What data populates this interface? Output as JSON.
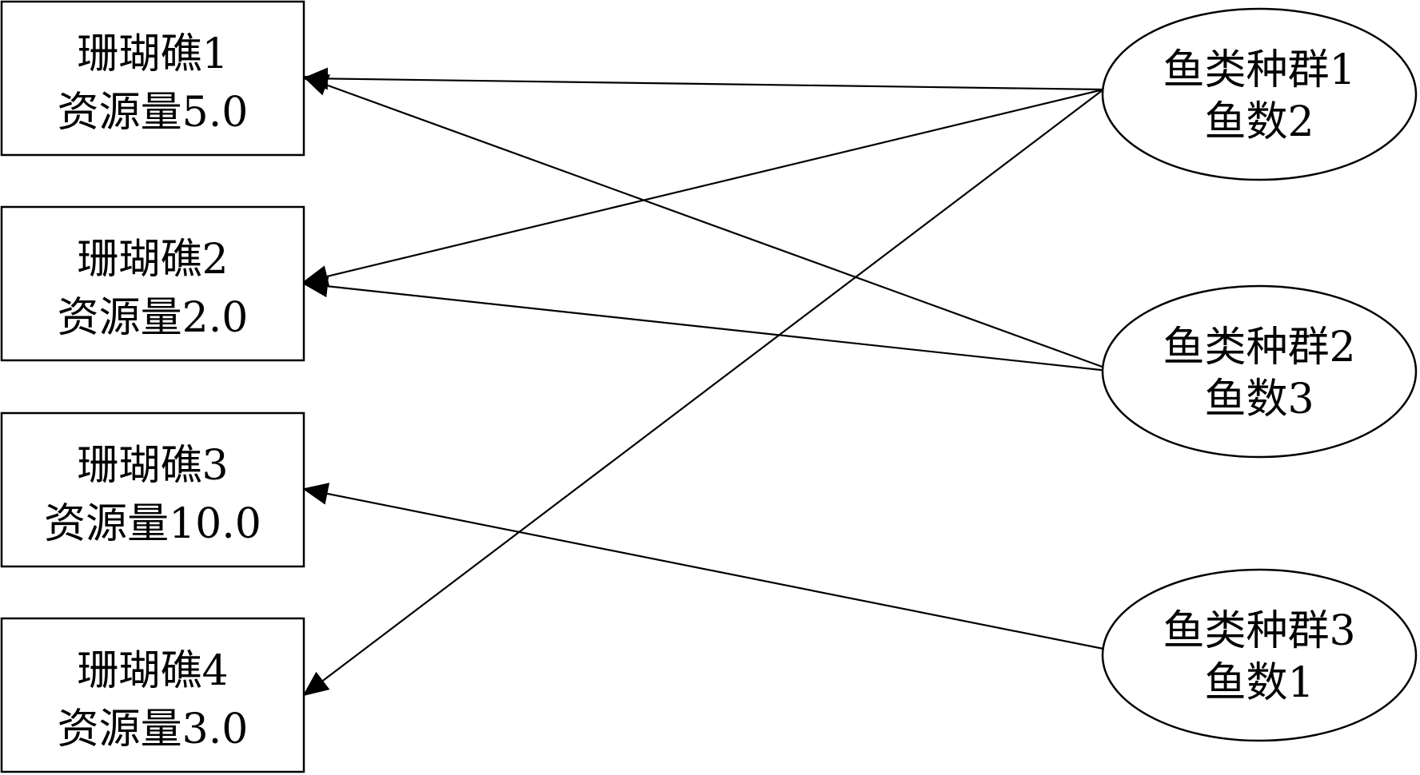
{
  "reefs": [
    {
      "line1": "珊瑚礁1",
      "line2": "资源量5.0"
    },
    {
      "line1": "珊瑚礁2",
      "line2": "资源量2.0"
    },
    {
      "line1": "珊瑚礁3",
      "line2": "资源量10.0"
    },
    {
      "line1": "珊瑚礁4",
      "line2": "资源量3.0"
    }
  ],
  "fish": [
    {
      "line1": "鱼类种群1",
      "line2": "鱼数2"
    },
    {
      "line1": "鱼类种群2",
      "line2": "鱼数3"
    },
    {
      "line1": "鱼类种群3",
      "line2": "鱼数1"
    }
  ],
  "links": [
    {
      "from": 0,
      "to": 0
    },
    {
      "from": 0,
      "to": 1
    },
    {
      "from": 0,
      "to": 3
    },
    {
      "from": 1,
      "to": 0
    },
    {
      "from": 1,
      "to": 1
    },
    {
      "from": 2,
      "to": 2
    }
  ],
  "colors": {
    "stroke": "#000000",
    "background": "#ffffff"
  }
}
